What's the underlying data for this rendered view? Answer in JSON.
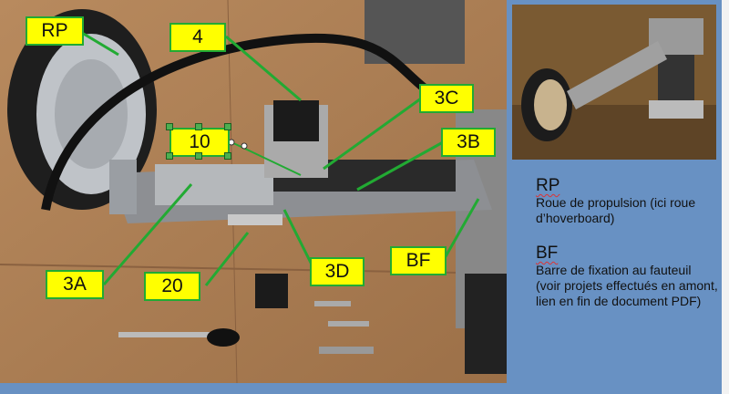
{
  "labels": {
    "rp": "RP",
    "four": "4",
    "c3": "3C",
    "b3": "3B",
    "ten": "10",
    "bf": "BF",
    "d3": "3D",
    "twenty": "20",
    "a3": "3A"
  },
  "legend": {
    "rp_abbr": "RP",
    "rp_desc": "Roue de propulsion (ici roue d’hoverboard)",
    "bf_abbr": "BF",
    "bf_desc": "Barre de fixation au fauteuil (voir projets effectués en amont, lien en fin de document PDF)"
  },
  "colors": {
    "label_fill": "#ffff00",
    "label_border": "#22aa33",
    "panel": "#6891c3"
  }
}
